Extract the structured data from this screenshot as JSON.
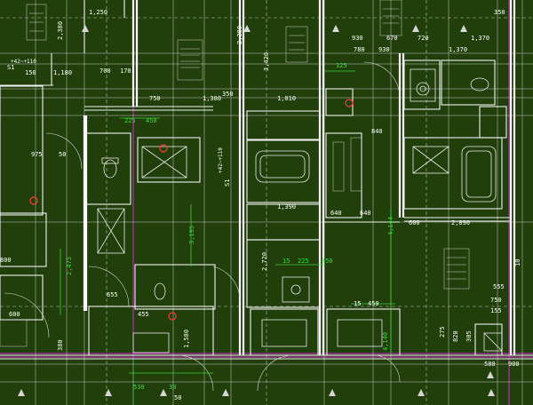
{
  "drawing": {
    "background": "#213f0b",
    "wall_color": "#ffffff",
    "dimension_color": "#c8c8c8",
    "annotation_color": "#2ee536",
    "gridline_color": "#d22bd2",
    "marker_color": "#ff3a3a"
  },
  "labels": {
    "top_1250": "1,250",
    "top_350": "350",
    "top_670": "670",
    "top_720": "720",
    "top_1370": "1,370",
    "top_930": "930",
    "top_780": "780",
    "left_2380": "2,380",
    "s1_left": "S1",
    "s1_left_dim": "+42~+110",
    "left_150": "150",
    "left_1180": "1,180",
    "mid_700": "700",
    "mid_170": "170",
    "mid_750": "750",
    "mid_1380": "1,380",
    "mid_350b": "350",
    "mid_1010": "1,010",
    "mid_3420": "3,420",
    "upper_125": "125",
    "upper_2380": "2,380",
    "r_930": "930",
    "r_1370": "1,370",
    "g_225": "225",
    "g_450": "450",
    "left_975": "975",
    "left_50": "50",
    "s1_mid": "S1",
    "s1_mid_dim": "+42~+110",
    "mid_1390": "1,390",
    "mid_3195": "3,195",
    "r_640": "640",
    "r_640b": "640",
    "r_840": "840",
    "r_4144": "4,144",
    "r_2090": "2,090",
    "r_600": "600",
    "far_10": "10",
    "left_800": "800",
    "g_2475": "2,475",
    "mid_2720": "2,720",
    "g_15_225": "15",
    "g_225b": "225",
    "g_450b": "450",
    "mid_655": "655",
    "left_600": "600",
    "mid_455": "455",
    "bottom_15": "15",
    "bottom_450": "450",
    "r_555": "555",
    "r_750": "750",
    "r_155": "155",
    "r_305": "305",
    "r_820": "820",
    "r_275": "275",
    "r_580": "580",
    "r_900": "900",
    "r_4140": "4,140",
    "bottom_530": "530",
    "bottom_30": "30",
    "bottom_50": "50",
    "rotate_380": "380",
    "bottom_1580": "1,580"
  }
}
